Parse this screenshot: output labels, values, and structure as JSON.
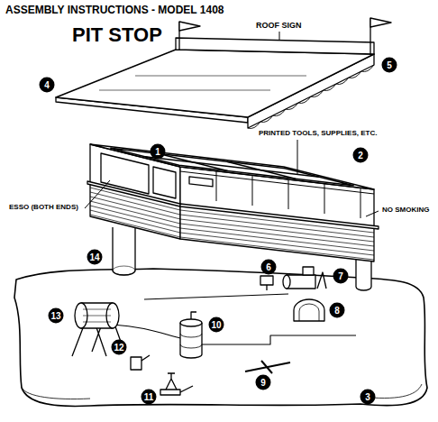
{
  "diagram": {
    "title": "ASSEMBLY INSTRUCTIONS - MODEL 1408",
    "labels": [
      "PIT STOP",
      "ROOF SIGN",
      "PRINTED TOOLS, SUPPLIES, ETC.",
      "ESSO (BOTH ENDS)",
      "NO SMOKING",
      "1",
      "2",
      "3",
      "4",
      "5",
      "6",
      "7",
      "8",
      "9",
      "10",
      "11",
      "12",
      "13",
      "14"
    ]
  }
}
